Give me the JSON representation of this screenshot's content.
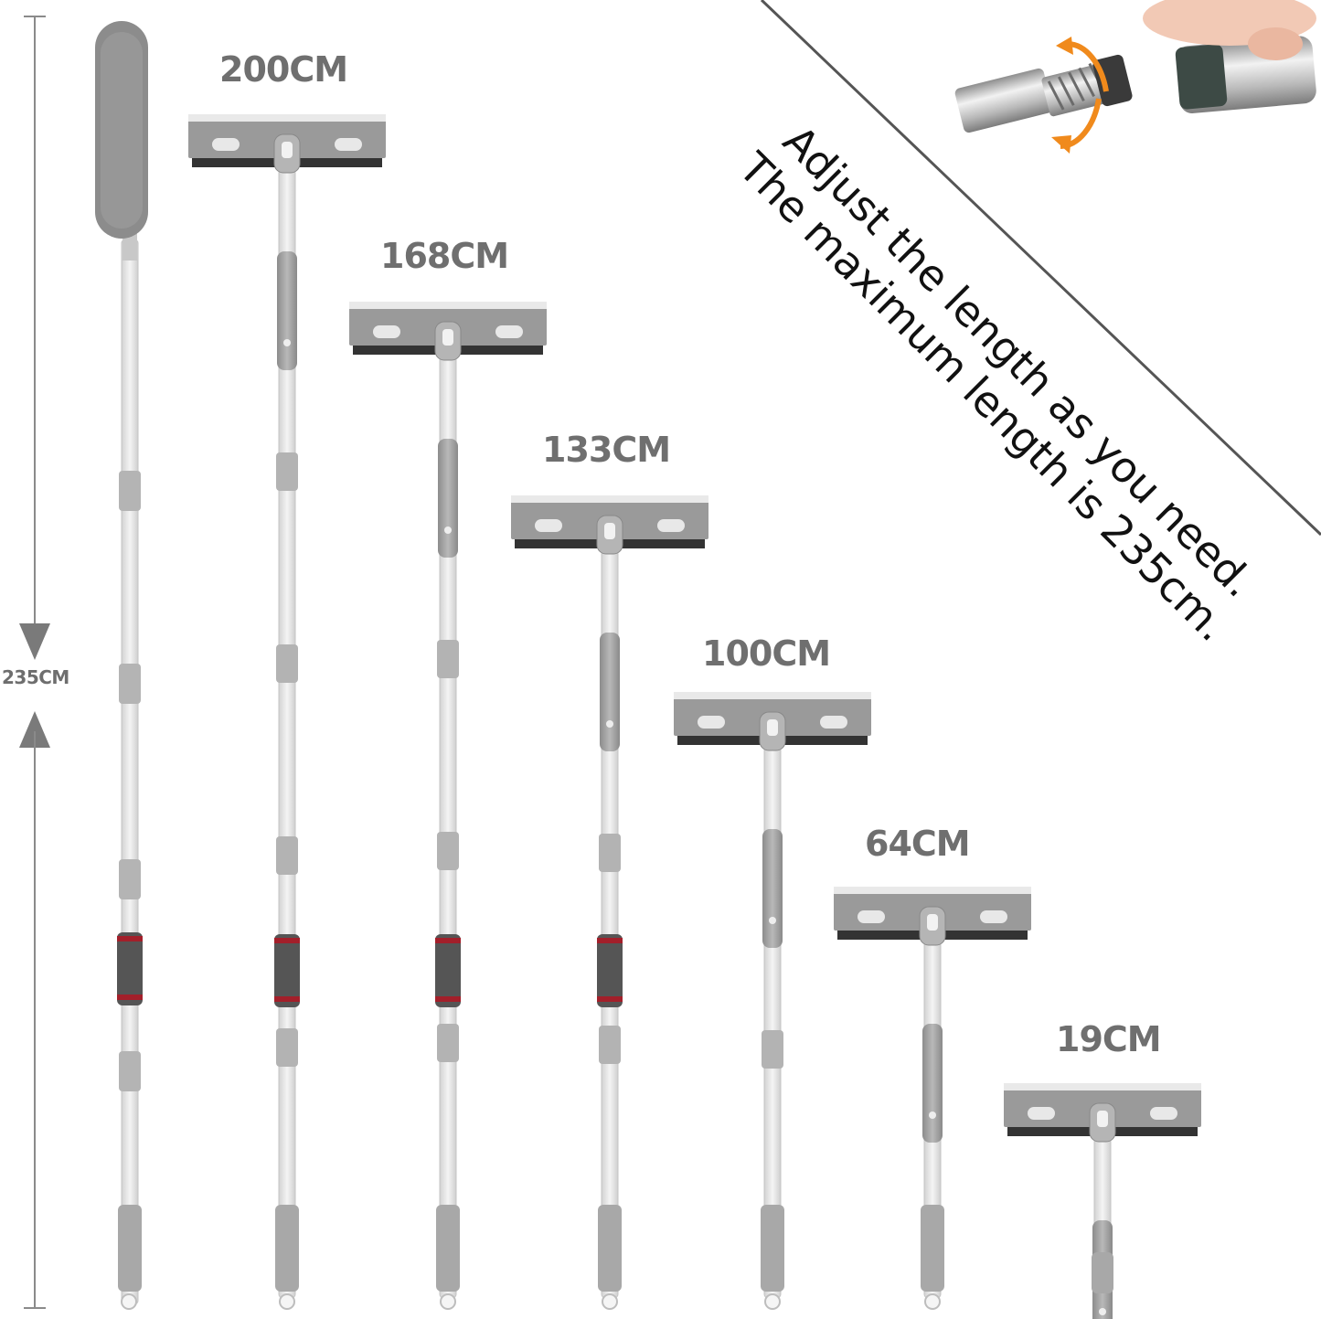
{
  "dimension": {
    "label": "235CM"
  },
  "variants": [
    {
      "label": "200CM"
    },
    {
      "label": "168CM"
    },
    {
      "label": "133CM"
    },
    {
      "label": "100CM"
    },
    {
      "label": "64CM"
    },
    {
      "label": "19CM"
    }
  ],
  "slogan": {
    "line1": "Adjust the length as you need.",
    "line2": "The maximum length is 235cm."
  },
  "colors": {
    "pole": "#e3e3e3",
    "pole_joint": "#b3b3b3",
    "head": "#9a9a9a",
    "grip_red": "#a31f2a",
    "arrow_orange": "#f08a1c",
    "text": "#6f6f6f"
  }
}
